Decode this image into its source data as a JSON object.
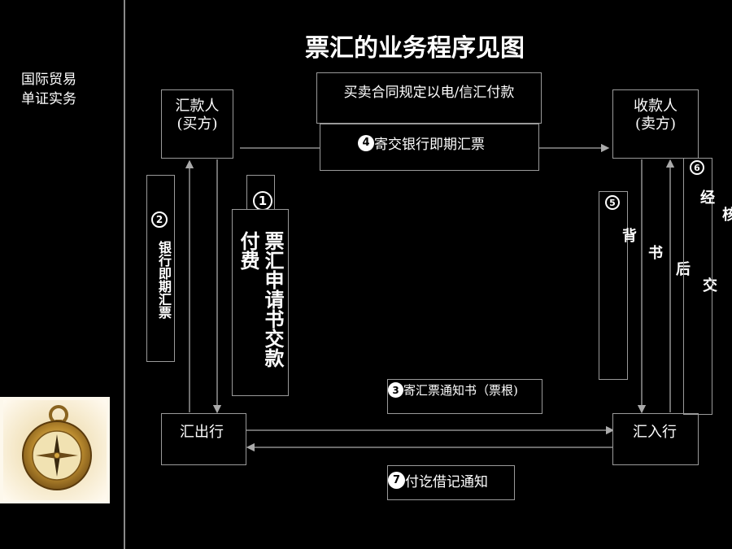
{
  "sidebar": {
    "title_line1": "国际贸易",
    "title_line2": "单证实务",
    "image": "compass-image"
  },
  "title": "票汇的业务程序见图",
  "nodes": {
    "remitter": "汇款人\n(买方)",
    "payee": "收款人\n(卖方)",
    "remitting_bank": "汇出行",
    "paying_bank": "汇入行"
  },
  "contract": "买卖合同规定以电/信汇付款",
  "steps": {
    "s1": {
      "num": "1",
      "line1": "付费",
      "line2": "票汇申请书交款"
    },
    "s2": {
      "num": "2",
      "text": "银行即期汇票"
    },
    "s3": {
      "num": "3",
      "text": "寄汇票通知书（票根)"
    },
    "s4": {
      "num": "4",
      "text": "寄交银行即期汇票"
    },
    "s5": {
      "num": "5",
      "chars": [
        "背",
        "书",
        "后",
        "交"
      ]
    },
    "s6": {
      "num": "6",
      "chars": [
        "经",
        "核"
      ]
    },
    "s7": {
      "num": "7",
      "text": "付讫借记通知"
    }
  }
}
